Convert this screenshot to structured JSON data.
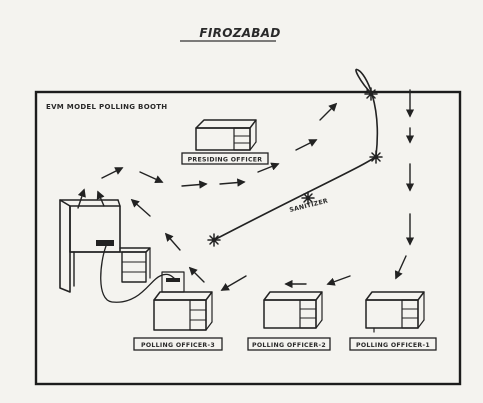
{
  "title": "FIROZABAD",
  "room_label": "EVM MODEL POLLING BOOTH",
  "labels": {
    "presiding_officer": "PRESIDING OFFICER",
    "sanitizer": "SANITIZER",
    "polling_officer_1": "POLLING OFFICER-1",
    "polling_officer_2": "POLLING OFFICER-2",
    "polling_officer_3": "POLLING OFFICER-3"
  },
  "colors": {
    "paper": "#f4f3ef",
    "ink": "#222222"
  }
}
